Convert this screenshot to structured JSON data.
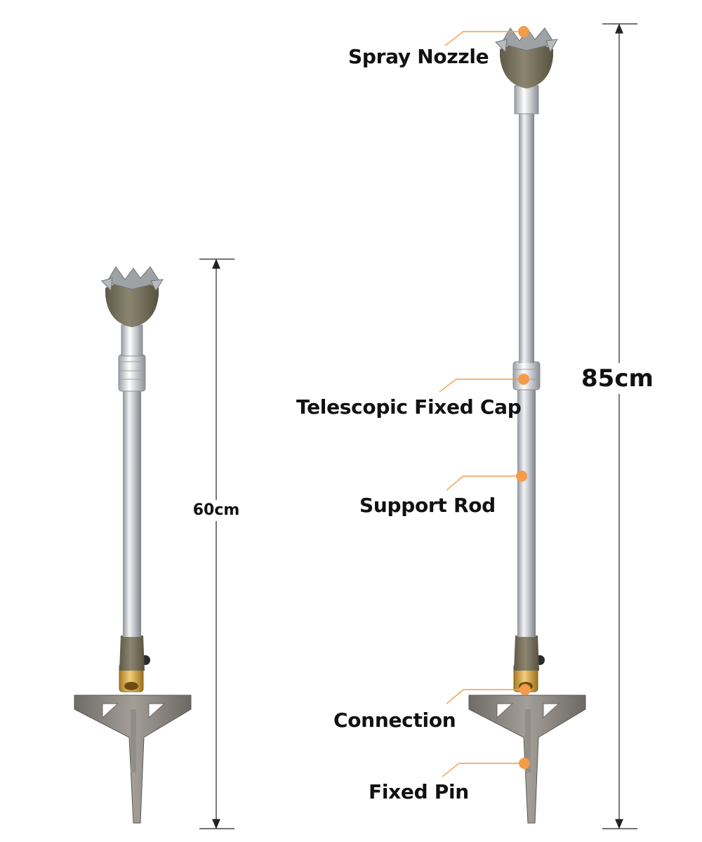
{
  "dimensions": {
    "short_height": "60cm",
    "extended_height": "85cm"
  },
  "callouts": {
    "spray_nozzle": "Spray Nozzle",
    "telescopic_fixed_cap": "Telescopic Fixed Cap",
    "support_rod": "Support Rod",
    "connection": "Connection",
    "fixed_pin": "Fixed Pin"
  },
  "colors": {
    "callout_accent": "#f39c4a",
    "nozzle_body": "#7a7460",
    "rod_metal": "#c9ccd1",
    "brass": "#d6a646",
    "spike_metal": "#8a8680"
  }
}
